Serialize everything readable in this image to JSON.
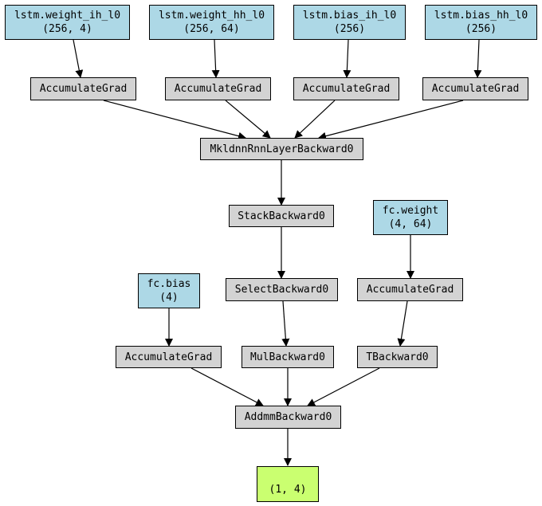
{
  "colors": {
    "param": "#add8e6",
    "op": "#d3d3d3",
    "output": "#caff70",
    "edge": "#000000"
  },
  "nodes": {
    "lstm_weight_ih": {
      "name": "lstm.weight_ih_l0",
      "shape": "(256, 4)"
    },
    "lstm_weight_hh": {
      "name": "lstm.weight_hh_l0",
      "shape": "(256, 64)"
    },
    "lstm_bias_ih": {
      "name": "lstm.bias_ih_l0",
      "shape": "(256)"
    },
    "lstm_bias_hh": {
      "name": "lstm.bias_hh_l0",
      "shape": "(256)"
    },
    "acc1": "AccumulateGrad",
    "acc2": "AccumulateGrad",
    "acc3": "AccumulateGrad",
    "acc4": "AccumulateGrad",
    "mkldnn": "MkldnnRnnLayerBackward0",
    "stack": "StackBackward0",
    "fc_weight": {
      "name": "fc.weight",
      "shape": "(4, 64)"
    },
    "fc_bias": {
      "name": "fc.bias",
      "shape": "(4)"
    },
    "select": "SelectBackward0",
    "acc_fc_weight": "AccumulateGrad",
    "acc_fc_bias": "AccumulateGrad",
    "mul": "MulBackward0",
    "tback": "TBackward0",
    "addmm": "AddmmBackward0",
    "output": "(1, 4)"
  }
}
